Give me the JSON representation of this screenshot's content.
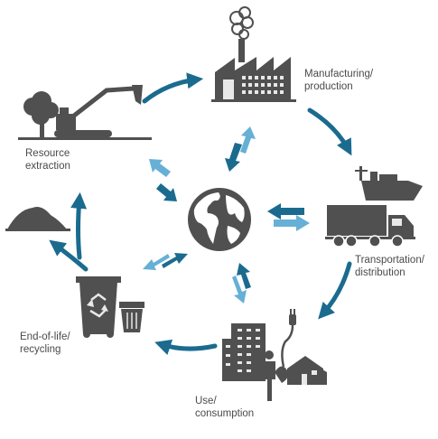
{
  "colors": {
    "cycle_arrow": "#1b6b8f",
    "exchange_dark": "#1b6b8f",
    "exchange_light": "#66b0d6",
    "icon_gray": "#505050",
    "icon_light": "#e8e8e8",
    "label_text": "#4a4a4a"
  },
  "stages": {
    "manufacturing": {
      "label": "Manufacturing/\nproduction",
      "icon": "factory-icon"
    },
    "transportation": {
      "label": "Transportation/\ndistribution",
      "icon": "truck-ship-icon"
    },
    "use": {
      "label": "Use/\nconsumption",
      "icon": "city-house-person-icon"
    },
    "end_of_life": {
      "label": "End-of-life/\nrecycling",
      "icon": "recycling-bins-icon"
    },
    "resource": {
      "label": "Resource\nextraction",
      "icon": "excavator-tree-icon"
    }
  },
  "center": {
    "icon": "globe-icon"
  }
}
